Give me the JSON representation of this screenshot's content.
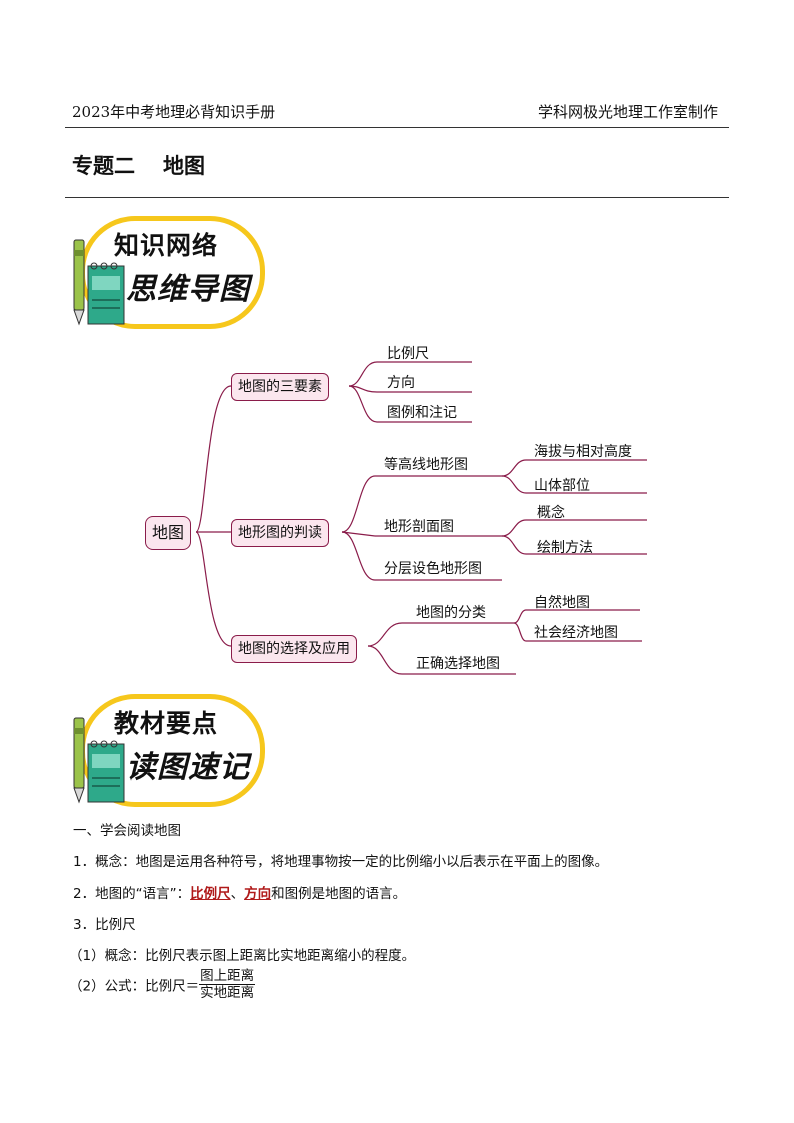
{
  "header": {
    "left": "2023年中考地理必背知识手册",
    "right": "学科网极光地理工作室制作"
  },
  "title": {
    "part1": "专题二",
    "part2": "地图"
  },
  "banner1": {
    "line1": "知识网络",
    "line2": "思维导图"
  },
  "banner2": {
    "line1": "教材要点",
    "line2": "读图速记"
  },
  "mindmap": {
    "root": "地图",
    "branches": [
      {
        "label": "地图的三要素",
        "children": [
          "比例尺",
          "方向",
          "图例和注记"
        ]
      },
      {
        "label": "地形图的判读",
        "children": [
          {
            "label": "等高线地形图",
            "children": [
              "海拔与相对高度",
              "山体部位"
            ]
          },
          {
            "label": "地形剖面图",
            "children": [
              "概念",
              "绘制方法"
            ]
          },
          {
            "label": "分层设色地形图",
            "children": []
          }
        ]
      },
      {
        "label": "地图的选择及应用",
        "children": [
          {
            "label": "地图的分类",
            "children": [
              "自然地图",
              "社会经济地图"
            ]
          },
          {
            "label": "正确选择地图",
            "children": []
          }
        ]
      }
    ]
  },
  "content": {
    "section1": "一、学会阅读地图",
    "p1": "1．概念：地图是运用各种符号，将地理事物按一定的比例缩小以后表示在平面上的图像。",
    "p2_prefix": "2．地图的“语言”：",
    "p2_hl1": "比例尺",
    "p2_sep": "、",
    "p2_hl2": "方向",
    "p2_suffix": "和图例是地图的语言。",
    "p3": "3．比例尺",
    "p4": "（1）概念：比例尺表示图上距离比实地距离缩小的程度。",
    "p5_prefix": "（2）公式：比例尺＝",
    "p5_num": "图上距离",
    "p5_den": "实地距离"
  },
  "colors": {
    "banner_border": "#f6c71c",
    "node_border": "#8a1c4a",
    "node_fill": "#fbe6ee",
    "highlight": "#b01a1a",
    "book": "#2ea98a"
  }
}
